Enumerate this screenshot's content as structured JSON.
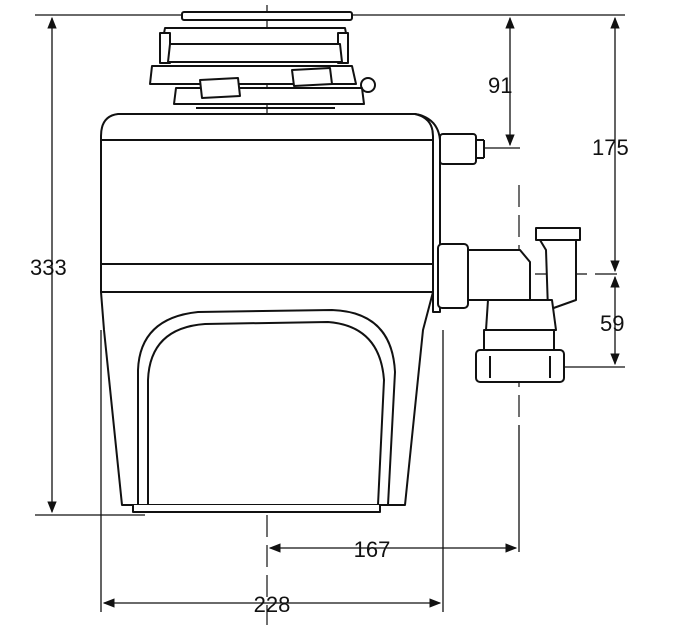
{
  "dimensions": {
    "total_height": "333",
    "top_to_inlet": "91",
    "top_to_outlet": "175",
    "outlet_to_trap_bottom": "59",
    "center_to_trap": "167",
    "body_width": "228"
  }
}
